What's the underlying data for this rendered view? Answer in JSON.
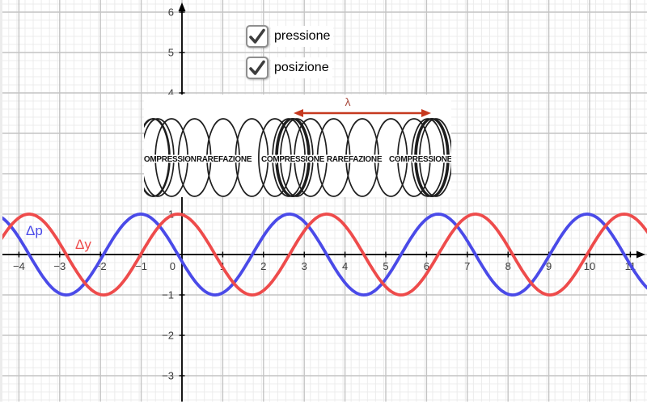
{
  "checkboxes": [
    {
      "label": "pressione",
      "checked": true
    },
    {
      "label": "posizione",
      "checked": true
    }
  ],
  "spring_figure": {
    "zone_labels": [
      "COMPRESSIONE",
      "RAREFAZIONE",
      "COMPRESSIONE",
      "RAREFAZIONE",
      "COMPRESSIONE"
    ],
    "wavelength_symbol": "λ",
    "arrow_color": "#c6391f",
    "lambda_color": "#a8493c",
    "coil_color": "#1e1e1e",
    "label_color": "#101010"
  },
  "chart_data": {
    "type": "line",
    "title": "",
    "xlabel": "",
    "ylabel": "",
    "x_axis": {
      "min": -4.45,
      "max": 11.45,
      "tick_step": 1,
      "tick_labels": [
        -4,
        -3,
        -2,
        -1,
        1,
        2,
        3,
        4,
        5,
        6,
        7,
        8,
        9,
        10,
        11
      ],
      "origin_label": "0"
    },
    "y_axis": {
      "min": -3.7,
      "max": 6.3,
      "tick_step": 1,
      "tick_labels": [
        -3,
        -2,
        -1,
        1,
        4,
        5,
        6
      ]
    },
    "grid": {
      "major": true,
      "minor_subdivisions": 5
    },
    "axis_color": "#000000",
    "tick_label_color": "#3c3c3c",
    "series": [
      {
        "label": "Δp",
        "color": "#4a4ae8",
        "fn": "neg_sin",
        "formula": "-sin(1.72(x+0.1))",
        "amplitude": 1,
        "period": 3.65,
        "phase_x": 0.1
      },
      {
        "label": "Δy",
        "color": "#ee4b4b",
        "fn": "cos",
        "formula": "cos(1.72(x+0.1))",
        "amplitude": 1,
        "period": 3.65,
        "phase_x": 0.1
      }
    ]
  }
}
